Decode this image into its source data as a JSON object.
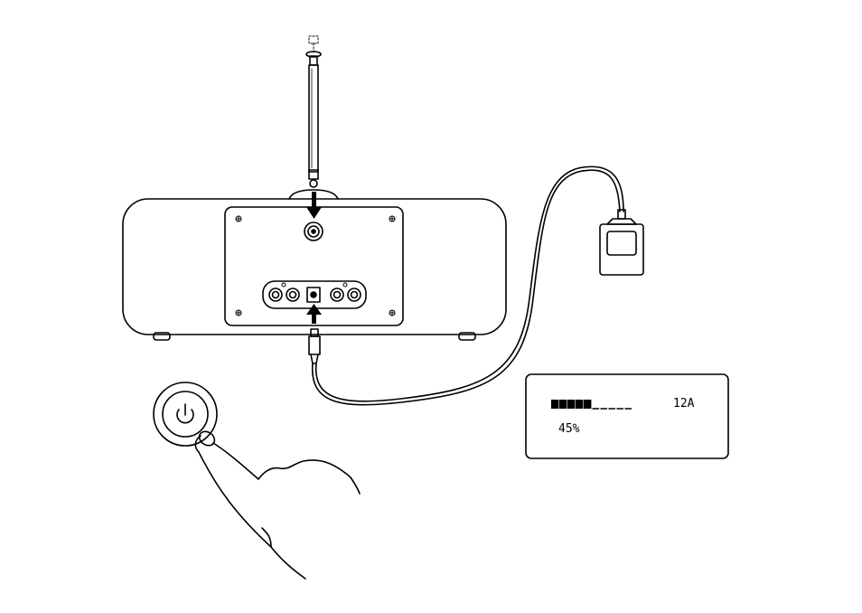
{
  "display": {
    "progress_segments_total": 10,
    "progress_segments_filled": 5,
    "channel": "12A",
    "percent": "45%"
  },
  "colors": {
    "line": "#000000",
    "background": "#ffffff"
  },
  "icons": {
    "button": "power-icon",
    "finger": "hand-pointing-icon"
  }
}
